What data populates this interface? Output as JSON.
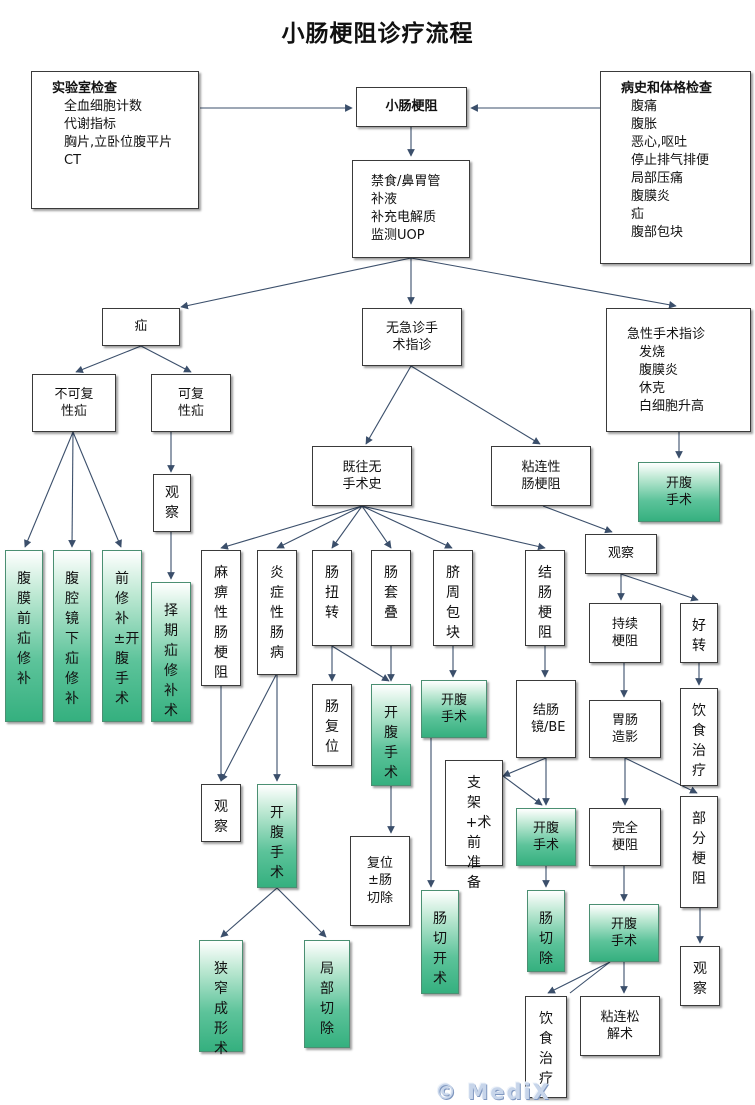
{
  "title": "小肠梗阻诊疗流程",
  "colors": {
    "box_border": "#3a3a3a",
    "arrow": "#3b4f6b",
    "green_box": "#35b07f"
  },
  "nodes": {
    "lab": {
      "title": "实验室检查",
      "items": [
        "全血细胞计数",
        "代谢指标",
        "胸片,立卧位腹平片",
        "CT"
      ]
    },
    "center": {
      "label": "小肠梗阻"
    },
    "history": {
      "title": "病史和体格检查",
      "items": [
        "腹痛",
        "腹胀",
        "恶心,呕吐",
        "停止排气排便",
        "局部压痛",
        "腹膜炎",
        "疝",
        "腹部包块"
      ]
    },
    "treatment": {
      "items": [
        "禁食/鼻胃管",
        "补液",
        "补充电解质",
        "监测UOP"
      ]
    },
    "hernia": {
      "label": "疝"
    },
    "no_emergency": {
      "label": "无急诊手术指诊"
    },
    "emergency": {
      "title": "急性手术指诊",
      "items": [
        "发烧",
        "腹膜炎",
        "休克",
        "白细胞升高"
      ]
    },
    "irreducible": {
      "label": "不可复性疝"
    },
    "reducible": {
      "label": "可复性疝"
    },
    "observe_1": {
      "label": "观察"
    },
    "peritoneal_repair": {
      "label": "腹膜前疝修补"
    },
    "lap_repair": {
      "label": "腹腔镜下疝修补"
    },
    "anterior_repair": {
      "label": "前修补±开腹手术"
    },
    "elective_repair": {
      "label": "择期疝修补术"
    },
    "no_prior_surgery": {
      "label": "既往无手术史"
    },
    "adhesive": {
      "label": "粘连性肠梗阻"
    },
    "open_surgery_emergency": {
      "label": "开腹手术"
    },
    "paralytic": {
      "label": "麻痹性肠梗阻"
    },
    "inflammatory": {
      "label": "炎症性肠病"
    },
    "volvulus": {
      "label": "肠扭转"
    },
    "intussusception": {
      "label": "肠套叠"
    },
    "umbilical": {
      "label": "脐周包块"
    },
    "colonic": {
      "label": "结肠梗阻"
    },
    "observe_2": {
      "label": "观察"
    },
    "persistent": {
      "label": "持续梗阻"
    },
    "improved": {
      "label": "好转"
    },
    "bowel_reduction": {
      "label": "肠复位"
    },
    "open_surgery_2": {
      "label": "开腹手术"
    },
    "open_surgery_3": {
      "label": "开腹手术"
    },
    "colonoscopy": {
      "label": "结肠镜/BE"
    },
    "contrast": {
      "label": "胃肠造影"
    },
    "diet_1": {
      "label": "饮食治疗"
    },
    "observe_3": {
      "label": "观察"
    },
    "open_surgery_4": {
      "label": "开腹手术"
    },
    "stent": {
      "label": "支架+术前准备"
    },
    "open_surgery_5": {
      "label": "开腹手术"
    },
    "complete": {
      "label": "完全梗阻"
    },
    "partial": {
      "label": "部分梗阻"
    },
    "reduction_resection": {
      "label": "复位±肠切除"
    },
    "bowel_open": {
      "label": "肠切开术"
    },
    "bowel_resection": {
      "label": "肠切除"
    },
    "open_surgery_6": {
      "label": "开腹手术"
    },
    "observe_4": {
      "label": "观察"
    },
    "stricturoplasty": {
      "label": "狭窄成形术"
    },
    "local_resection": {
      "label": "局部切除"
    },
    "diet_2": {
      "label": "饮食治疗"
    },
    "adhesiolysis": {
      "label": "粘连松解术"
    }
  },
  "watermark": "© MediX"
}
